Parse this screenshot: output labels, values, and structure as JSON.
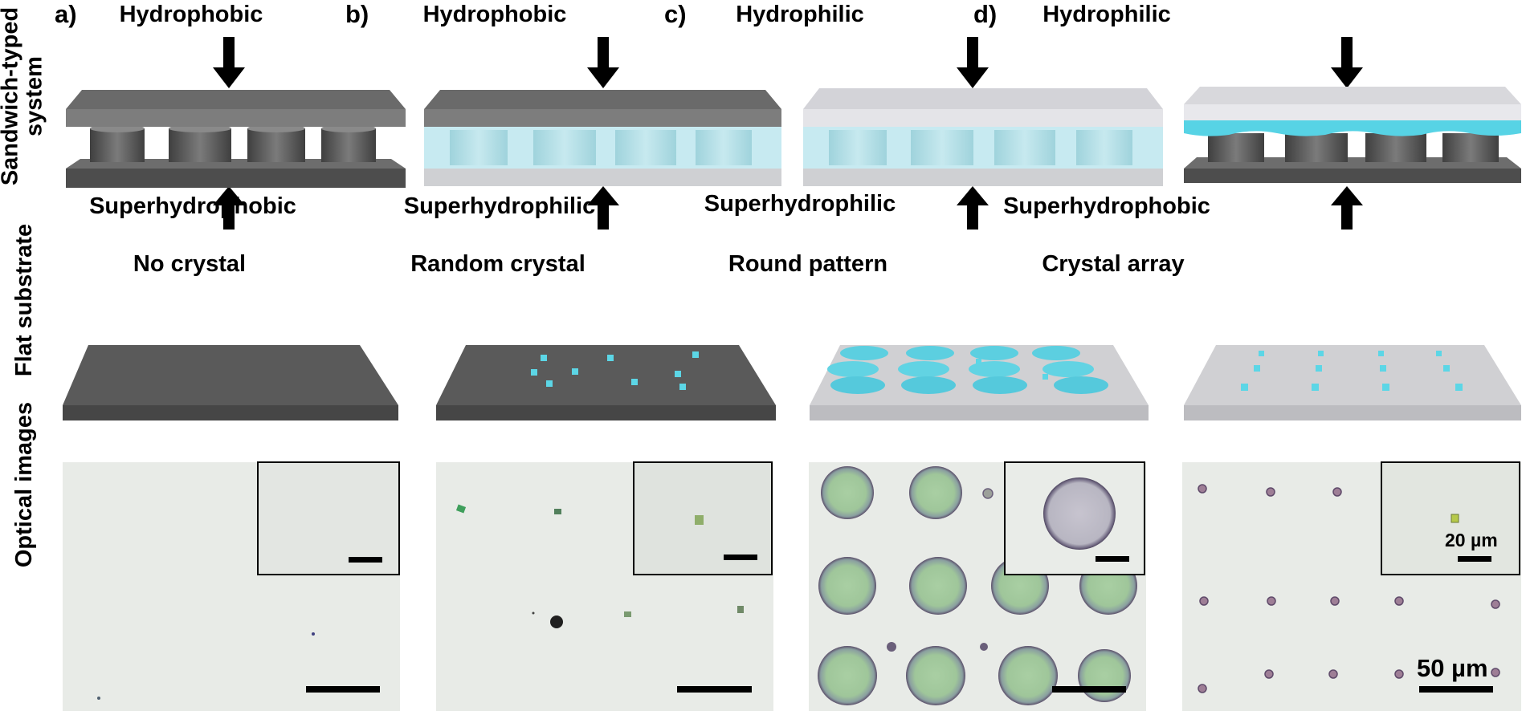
{
  "row_labels": {
    "sandwich": "Sandwich-typed\nsystem",
    "flat": "Flat substrate",
    "optical": "Optical images"
  },
  "panels": [
    {
      "label": "a)",
      "top": "Hydrophobic",
      "bottom": "Superhydrophobic",
      "result": "No crystal"
    },
    {
      "label": "b)",
      "top": "Hydrophobic",
      "bottom": "Superhydrophilic",
      "result": "Random crystal"
    },
    {
      "label": "c)",
      "top": "Hydrophilic",
      "bottom": "Superhydrophilic",
      "result": "Round pattern"
    },
    {
      "label": "d)",
      "top": "Hydrophilic",
      "bottom": "Superhydrophobic",
      "result": "Crystal array"
    }
  ],
  "scale_bars": {
    "main": "50 µm",
    "inset": "20 µm"
  },
  "colors": {
    "dark_gray": "#5e5e5e",
    "light_gray": "#d2d2d6",
    "cyan": "#5fd4e6",
    "micrograph_bg": "#e7ebe6"
  }
}
